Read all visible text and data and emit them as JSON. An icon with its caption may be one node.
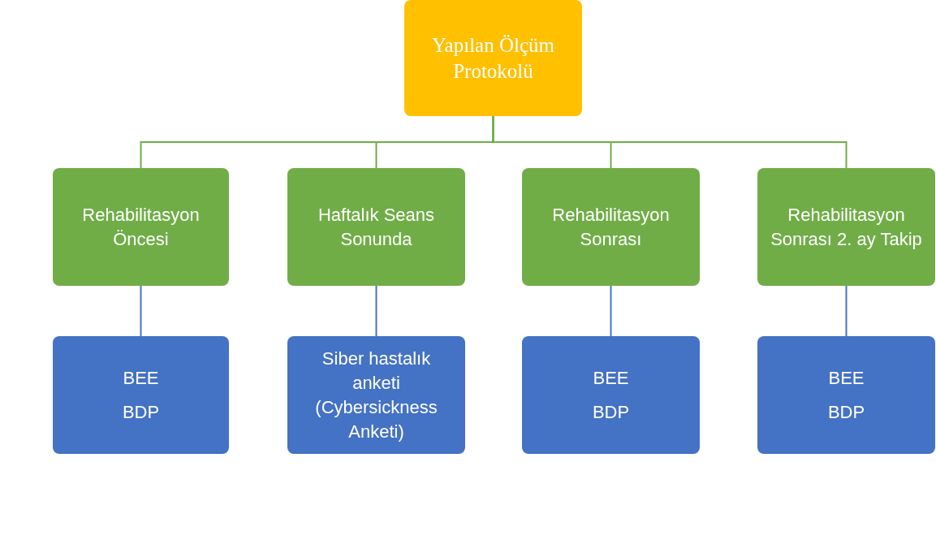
{
  "diagram": {
    "nodes": [
      {
        "text": [
          "Yapılan Ölçüm Protokolü"
        ]
      },
      {
        "text": [
          "Rehabilitasyon Öncesi"
        ]
      },
      {
        "text": [
          "Haftalık Seans Sonunda"
        ]
      },
      {
        "text": [
          "Rehabilitasyon Sonrası"
        ]
      },
      {
        "text": [
          "Rehabilitasyon Sonrası 2. ay Takip"
        ]
      },
      {
        "text": [
          "BEE",
          "BDP"
        ]
      },
      {
        "text": [
          "Siber hastalık anketi (Cybersickness Anketi)"
        ]
      },
      {
        "text": [
          "BEE",
          "BDP"
        ]
      },
      {
        "text": [
          "BEE",
          "BDP"
        ]
      }
    ],
    "edges": [
      {
        "from": 0,
        "to": 1,
        "arrow": "none"
      },
      {
        "from": 0,
        "to": 2,
        "arrow": "none"
      },
      {
        "from": 0,
        "to": 3,
        "arrow": "none"
      },
      {
        "from": 0,
        "to": 4,
        "arrow": "none"
      },
      {
        "from": 1,
        "to": 5,
        "arrow": "none",
        "color": "#4472c4"
      },
      {
        "from": 2,
        "to": 6,
        "arrow": "none",
        "color": "#4472c4"
      },
      {
        "from": 3,
        "to": 7,
        "arrow": "none",
        "color": "#4472c4"
      },
      {
        "from": 4,
        "to": 8,
        "arrow": "none",
        "color": "#4472c4"
      }
    ]
  }
}
